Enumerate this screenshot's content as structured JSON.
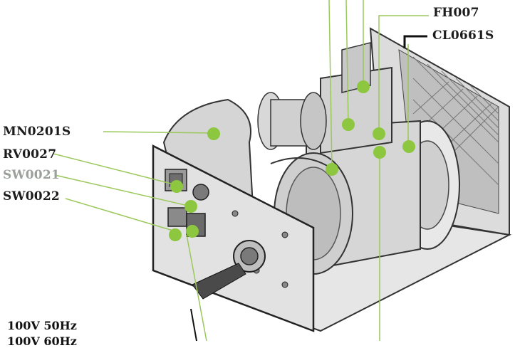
{
  "labels": {
    "fh007": "FH007",
    "cl0661s": "CL0661S",
    "mn0201s": "MN0201S",
    "rv0027": "RV0027",
    "sw0021": "SW0021",
    "sw0022": "SW0022"
  },
  "specs": {
    "voltage": "100V 50Hz",
    "partial": "100V 60Hz"
  },
  "colors": {
    "callout_dot": "#8dc63f",
    "leader_line": "#9bc85a",
    "bracket": "#111111",
    "housing": "#d9d9d9"
  }
}
